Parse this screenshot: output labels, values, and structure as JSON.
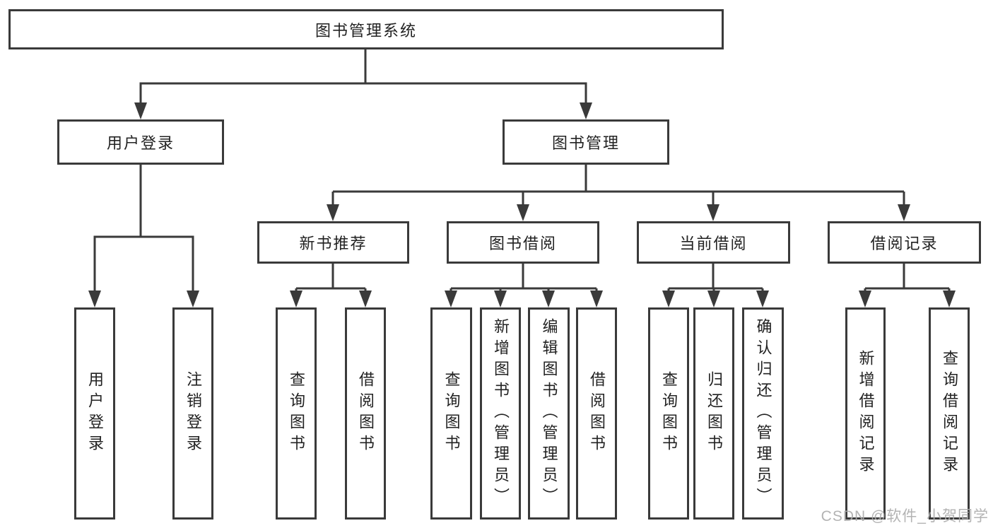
{
  "diagram_title": "图书管理系统",
  "tree": {
    "label": "图书管理系统",
    "children": [
      {
        "label": "用户登录",
        "children": [
          {
            "label": "用户登录"
          },
          {
            "label": "注销登录"
          }
        ]
      },
      {
        "label": "图书管理",
        "children": [
          {
            "label": "新书推荐",
            "children": [
              {
                "label": "查询图书"
              },
              {
                "label": "借阅图书"
              }
            ]
          },
          {
            "label": "图书借阅",
            "children": [
              {
                "label": "查询图书"
              },
              {
                "label": "新增图书（管理员）"
              },
              {
                "label": "编辑图书（管理员）"
              },
              {
                "label": "借阅图书"
              }
            ]
          },
          {
            "label": "当前借阅",
            "children": [
              {
                "label": "查询图书"
              },
              {
                "label": "归还图书"
              },
              {
                "label": "确认归还（管理员）"
              }
            ]
          },
          {
            "label": "借阅记录",
            "children": [
              {
                "label": "新增借阅记录"
              },
              {
                "label": "查询借阅记录"
              }
            ]
          }
        ]
      }
    ]
  },
  "watermark": "CSDN @软件_小贺同学",
  "colors": {
    "line": "#3a3a3a",
    "box_border": "#3a3a3a",
    "text": "#222222",
    "background": "#ffffff",
    "watermark": "#acacac"
  }
}
